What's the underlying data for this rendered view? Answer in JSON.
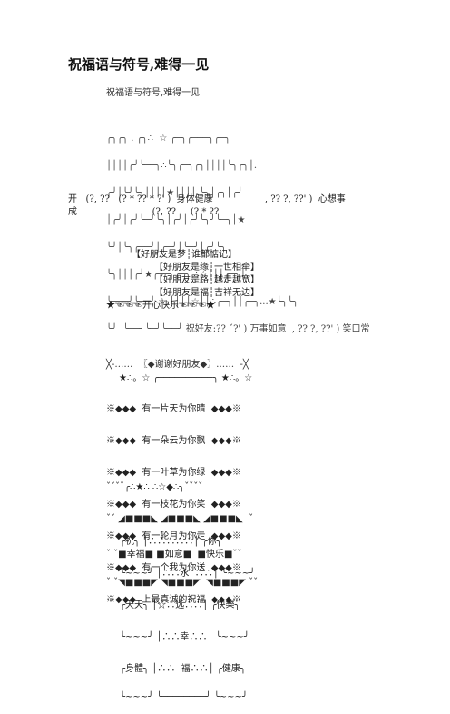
{
  "document": {
    "title": "祝福语与符号,难得一见",
    "subtitle": "祝福语与符号,难得一见",
    "art_block_1": [
      "╭╮╭╮ . ╭╮∴  ☆ ╭─╮╭───╮╭─╮",
      "││││╭╯╰──╮∴╰╮╭─╮╭╮││││╰╮╭╮│.",
      "╭╯│╰╯╰╮││││★││││.╰╮│╭╮│╭╯",
      "│╭╯│╭╯╰─╯╰╮│╭╯│╭╯╰╮╯╰─╮│★",
      "╰╯│╰╮╭──╯│╭─╯│╰─╯│╭╯╰╮",
      "╰╮│││╭╯★╭──╮╭─╮ ∴☆│││╭─╮│.",
      "╰───╯╰──╯ ☆.││││☆││∴╭─╮││╭─╮...★╰╮╰╮",
      "╰╯  ╰──╯╰─╯╰──╯ 祝好友:?? ˇ?' ) 万事如意  , ?? ?, ??' ) 笑口常"
    ],
    "art_line_open": "开   (?, ??   (? * ?? * ?' )  身体健康                  , ?? ?, ??' )  心想事",
    "art_line_cheng": "成                          (?, ??     (? * ??",
    "verse": [
      "【好朋友是梦┆谁都惦记】",
      "【好朋友是缘┆一世相牵】",
      "【好朋友是路┆越走越宽】",
      "【好朋友是福┆吉祥无边】"
    ],
    "happy_line": "★☜☜☜开心快乐☜☜☜★",
    "thanks_header": "╳-……  〖◆谢谢好朋友◆〗……  -╳",
    "thanks_top": "★∴。☆ ╭──────────╮ ★∴。☆",
    "wishes": [
      "※◆◆◆  有一片天为你晴  ◆◆◆※",
      "※◆◆◆  有一朵云为你飘  ◆◆◆※",
      "※◆◆◆  有一叶草为你绿  ◆◆◆※",
      "※◆◆◆  有一枝花为你笑  ◆◆◆※",
      "※◆◆◆  有一轮月为你走  ◆◆◆※",
      "※◆◆◆  有一个我为你送  ◆◆◆※",
      "※◆◆◆  上最真诚的祝福  ◆◆◆※"
    ],
    "heart_lines": [
      "ˇˇˇˇ╭∴★∴ ∴☆◆∴╮ˇˇˇˇ",
      "ˇˇ ◢■■■◣ ◢■■■◣ ◢■■■◣  ˇ",
      "ˇ ˇ■幸福■ ■如意■  ■快乐■ˇˇ",
      "ˇ ˇ◥■■■◤ ◥■■■◤  ◥■■■◤ ˇˇ"
    ],
    "bottom_art": [
      "╭祝╮ │∴∴∴∴∴│ ╭你╮",
      "╰~~~╯ │∴∴永  ∴∴│ ╰~~~╯",
      "╭天天╮ │☆∴远∴∴│ ╭快樂╮",
      "╰~~~╯ │∴∴幸∴∴│ ╰~~~╯",
      "╭身體╮ │∴∴  福∴∴│ ╭健康╮",
      "╰~~~╯ ╰────────╯ ╰~~~╯"
    ]
  }
}
